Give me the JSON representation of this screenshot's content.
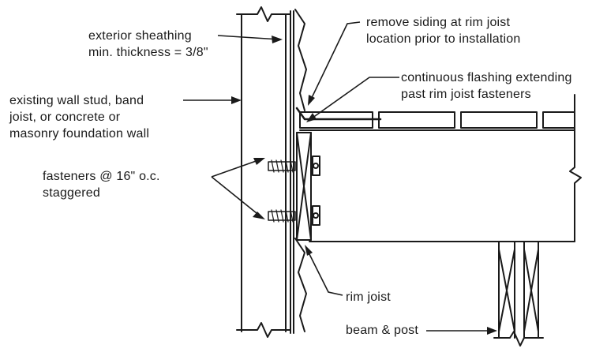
{
  "labels": {
    "exterior_sheathing": [
      "exterior sheathing",
      "min. thickness = 3/8\""
    ],
    "existing_wall": [
      "existing wall stud, band",
      "joist, or concrete or",
      "masonry foundation wall"
    ],
    "fasteners": [
      "fasteners @ 16\" o.c.",
      "staggered"
    ],
    "remove_siding": [
      "remove siding at rim joist",
      "location prior to installation"
    ],
    "flashing": [
      "continuous flashing extending",
      "past rim joist fasteners"
    ],
    "rim_joist": "rim joist",
    "beam_post": "beam & post"
  },
  "colors": {
    "ink": "#1a1a1a",
    "paper": "#ffffff"
  }
}
